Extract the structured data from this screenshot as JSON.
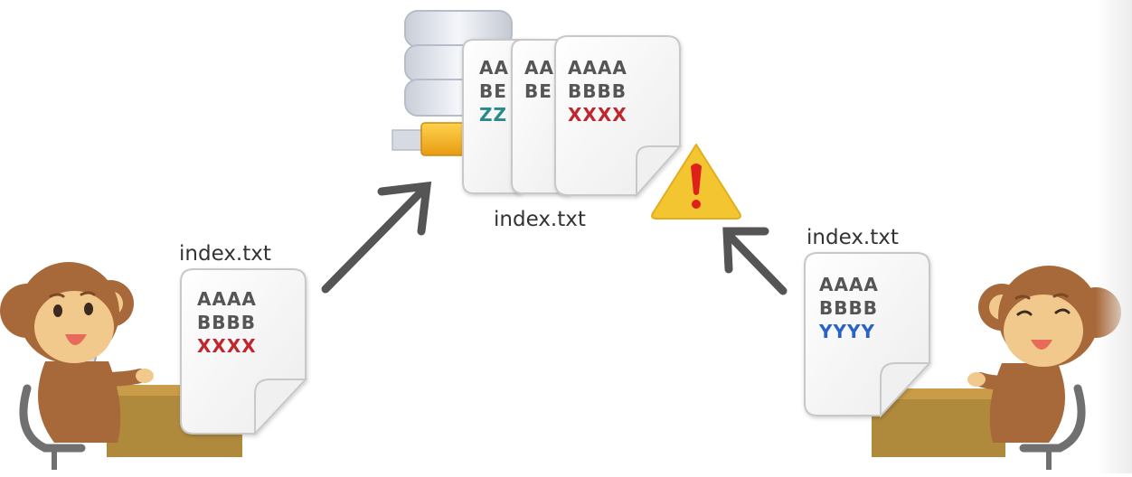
{
  "colors": {
    "text_dark": "#555555",
    "text_red": "#c0282d",
    "text_blue": "#2c64c8",
    "text_teal": "#2a8a8a",
    "warning_fill": "#f3c531",
    "warning_mark": "#e0201c",
    "arrow": "#555555",
    "desk": "#b08a3c",
    "monkey_fur": "#a8693a",
    "monkey_face": "#f2c98d"
  },
  "icons": [
    "database-server-icon",
    "warning-icon",
    "arrow-icon",
    "monkey-user-icon",
    "document-icon"
  ],
  "left_user": {
    "filename": "index.txt",
    "lines": [
      "AAAA",
      "BBBB",
      "XXXX"
    ]
  },
  "server": {
    "filename": "index.txt",
    "doc_back": {
      "lines": [
        "AA",
        "BE",
        "ZZ"
      ]
    },
    "doc_mid": {
      "lines": [
        "AA",
        "BE"
      ]
    },
    "doc_front": {
      "lines": [
        "AAAA",
        "BBBB",
        "XXXX"
      ]
    }
  },
  "right_user": {
    "filename": "index.txt",
    "lines": [
      "AAAA",
      "BBBB",
      "YYYY"
    ]
  }
}
